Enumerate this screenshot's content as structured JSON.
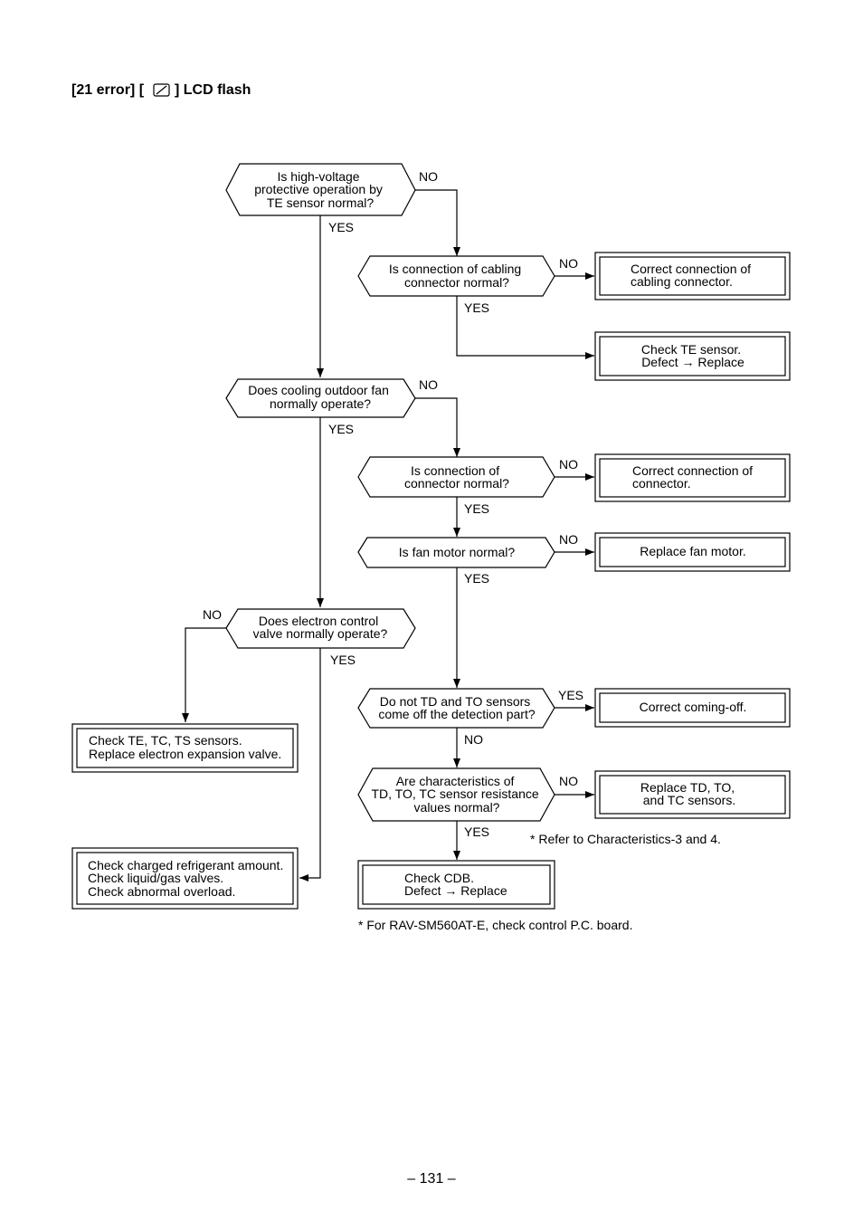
{
  "title": {
    "prefix": "[21 error] [",
    "icon": "lcd-symbol-icon",
    "suffix": "] LCD flash"
  },
  "decisions": {
    "d1": [
      "Is high-voltage",
      "protective operation by",
      "TE sensor normal?"
    ],
    "d2": [
      "Is connection of cabling",
      "connector normal?"
    ],
    "d3": [
      "Does cooling outdoor fan",
      "normally operate?"
    ],
    "d4": [
      "Is connection of",
      "connector normal?"
    ],
    "d5": [
      "Is fan motor normal?"
    ],
    "d6": [
      "Does electron control",
      "valve normally operate?"
    ],
    "d7": [
      "Do not TD and TO sensors",
      "come off the detection part?"
    ],
    "d8": [
      "Are characteristics of",
      "TD, TO, TC sensor resistance",
      "values normal?"
    ]
  },
  "actions": {
    "a1": [
      "Correct connection of",
      "cabling connector."
    ],
    "a2": [
      "Check TE sensor.",
      "Defect → Replace"
    ],
    "a3": [
      "Correct connection of",
      "connector."
    ],
    "a4": [
      "Replace fan motor."
    ],
    "a5": [
      "Check TE, TC, TS sensors.",
      "Replace electron expansion valve."
    ],
    "a6": [
      "Correct coming-off."
    ],
    "a7": [
      "Replace TD, TO,",
      "and TC sensors."
    ],
    "a8": [
      "Check charged refrigerant amount.",
      "Check liquid/gas valves.",
      "Check abnormal overload."
    ],
    "a9": [
      "Check CDB.",
      "Defect → Replace"
    ]
  },
  "labels": {
    "yes": "YES",
    "no": "NO"
  },
  "notes": {
    "characteristics": "* Refer to Characteristics-3 and 4.",
    "model": "* For RAV-SM560AT-E, check control P.C. board."
  },
  "page_number": "– 131 –"
}
